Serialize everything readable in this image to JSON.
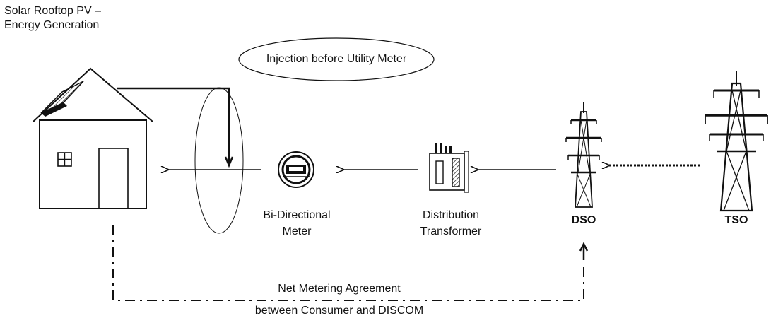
{
  "title": {
    "line1": "Solar Rooftop PV –",
    "line2": "Energy Generation"
  },
  "callout": "Injection before Utility Meter",
  "nodes": {
    "meter": {
      "line1": "Bi-Directional",
      "line2": "Meter"
    },
    "transformer": {
      "line1": "Distribution",
      "line2": "Transformer"
    },
    "dso": "DSO",
    "tso": "TSO"
  },
  "agreement": {
    "line1": "Net Metering Agreement",
    "line2": "between Consumer and DISCOM"
  },
  "icons": [
    "solar-panel-icon",
    "house-icon",
    "window-icon",
    "door-icon",
    "meter-icon",
    "transformer-icon",
    "dso-tower-icon",
    "tso-tower-icon",
    "arrow-icon"
  ],
  "colors": {
    "line": "#111111",
    "background": "#ffffff"
  }
}
